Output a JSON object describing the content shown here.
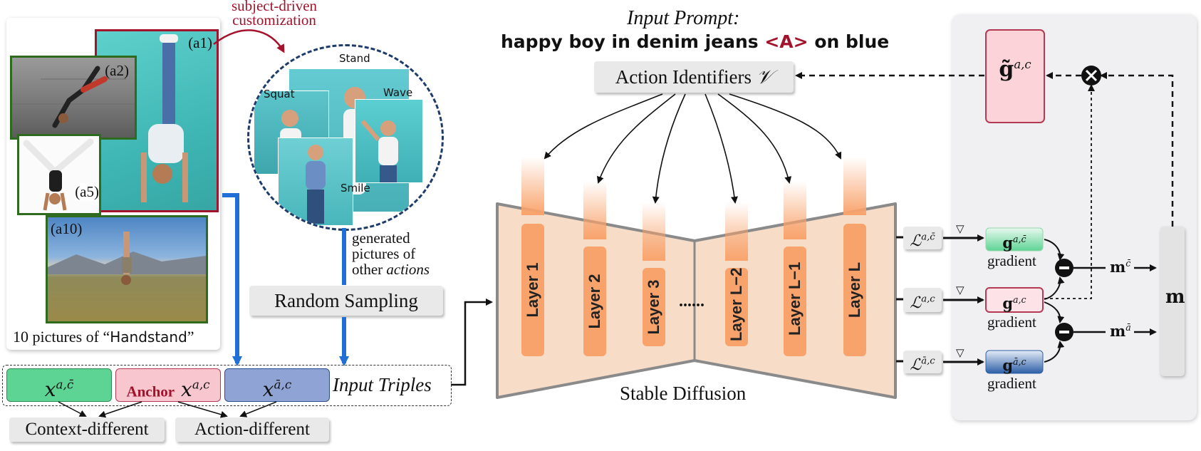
{
  "colors": {
    "accent_red": "#a3132c",
    "blue_arrow": "#1f6fd6",
    "sd_fill": "#f7dcc8",
    "sd_border": "#8a8a8a",
    "layer_orange": "#f9a36c",
    "green_box": "#5ed494",
    "pink_box": "#f7c6cf",
    "blue_box": "#8fa4d4",
    "panel_gray": "#f0f0f2"
  },
  "left": {
    "customization_label_line1": "subject-driven",
    "customization_label_line2": "customization",
    "photo_labels": [
      "(a1)",
      "(a2)",
      "(a5)",
      "(a10)"
    ],
    "caption_prefix": "10 pictures of “",
    "caption_action": "Handstand",
    "caption_suffix": "”",
    "circle_actions": [
      "Stand",
      "Squat",
      "Wave",
      "Smile"
    ],
    "generated_line1": "generated",
    "generated_line2": "pictures of",
    "generated_line3_plain": "other ",
    "generated_line3_italic": "actions",
    "random_sampling": "Random Sampling",
    "triple_anchor_word": "Anchor",
    "triple_label": "Input Triples",
    "context_different": "Context-different",
    "action_different": "Action-different"
  },
  "center": {
    "prompt_title": "Input Prompt:",
    "prompt_part1": "happy boy in denim jeans ",
    "prompt_token": "<A>",
    "prompt_part2": " on blue",
    "action_identifiers": "Action Identifiers ",
    "action_identifiers_symbol": "𝒱",
    "layers": [
      "Layer 1",
      "Layer 2",
      "Layer 3",
      "Layer L−2",
      "Layer L−1",
      "Layer L"
    ],
    "ellipsis": "......",
    "model_name": "Stable Diffusion"
  },
  "right": {
    "gradient_label": "gradient",
    "m_label": "m",
    "nabla": "▽"
  }
}
